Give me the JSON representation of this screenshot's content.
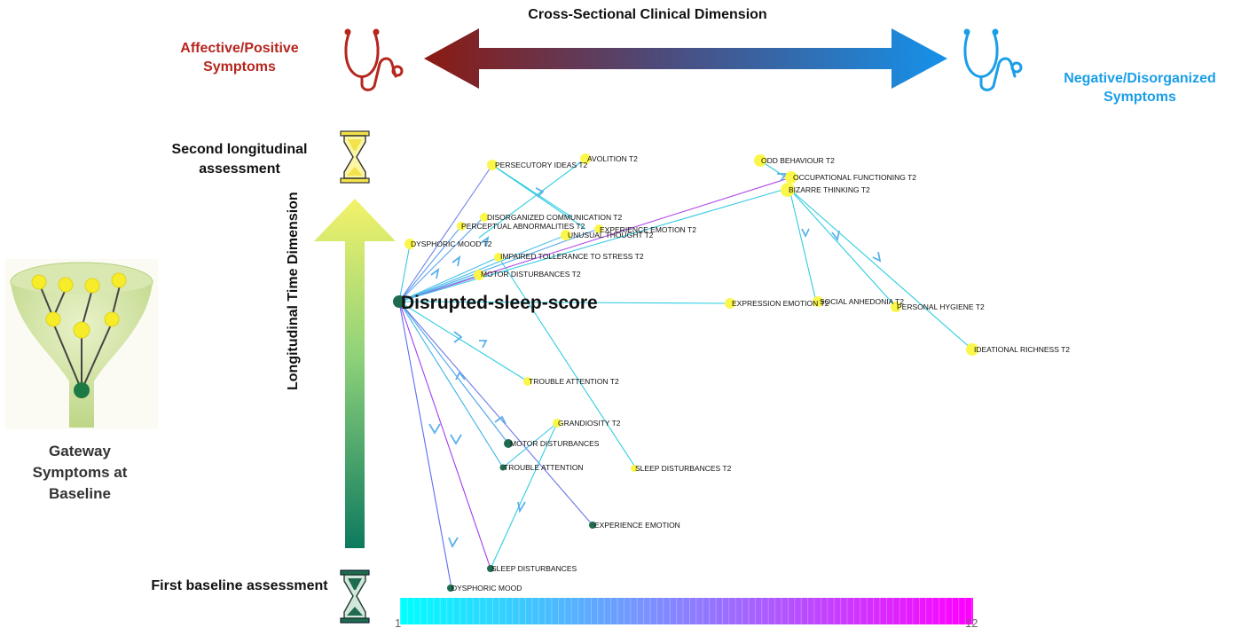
{
  "header": {
    "title": "Cross-Sectional Clinical Dimension",
    "left_label": "Affective/Positive Symptoms",
    "right_label": "Negative/Disorganized Symptoms"
  },
  "time": {
    "second_assessment": "Second longitudinal assessment",
    "first_assessment": "First baseline assessment",
    "axis_label": "Longitudinal Time Dimension"
  },
  "gateway": {
    "label": "Gateway Symptoms at Baseline"
  },
  "colorbar": {
    "min_label": "1",
    "max_label": "12",
    "colors": [
      "#00ffff",
      "#ff00ff"
    ]
  },
  "colors": {
    "affective": "#b5261e",
    "negative": "#1a9ee8",
    "t2_node": "#fbf74a",
    "baseline_node": "#1e6b4f"
  },
  "network": {
    "hub": "Disrupted-sleep-score",
    "t2_nodes": [
      "AVOLITION T2",
      "PERSECUTORY IDEAS T2",
      "DISORGANIZED COMMUNICATION T2",
      "PERCEPTUAL ABNORMALITIES T2",
      "EXPERIENCE EMOTION T2",
      "UNUSUAL THOUGHT T2",
      "DYSPHORIC MOOD T2",
      "IMPAIRED TOLLERANCE TO STRESS T2",
      "MOTOR DISTURBANCES T2",
      "ODD BEHAVIOUR T2",
      "OCCUPATIONAL FUNCTIONING T2",
      "BIZARRE THINKING T2",
      "EXPRESSION EMOTION T2",
      "SOCIAL ANHEDONIA T2",
      "PERSONAL HYGIENE T2",
      "IDEATIONAL RICHNESS T2",
      "TROUBLE ATTENTION T2",
      "GRANDIOSITY T2",
      "SLEEP DISTURBANCES T2"
    ],
    "baseline_nodes": [
      "MOTOR DISTURBANCES",
      "TROUBLE ATTENTION",
      "EXPERIENCE EMOTION",
      "SLEEP DISTURBANCES",
      "DYSPHORIC MOOD"
    ]
  }
}
